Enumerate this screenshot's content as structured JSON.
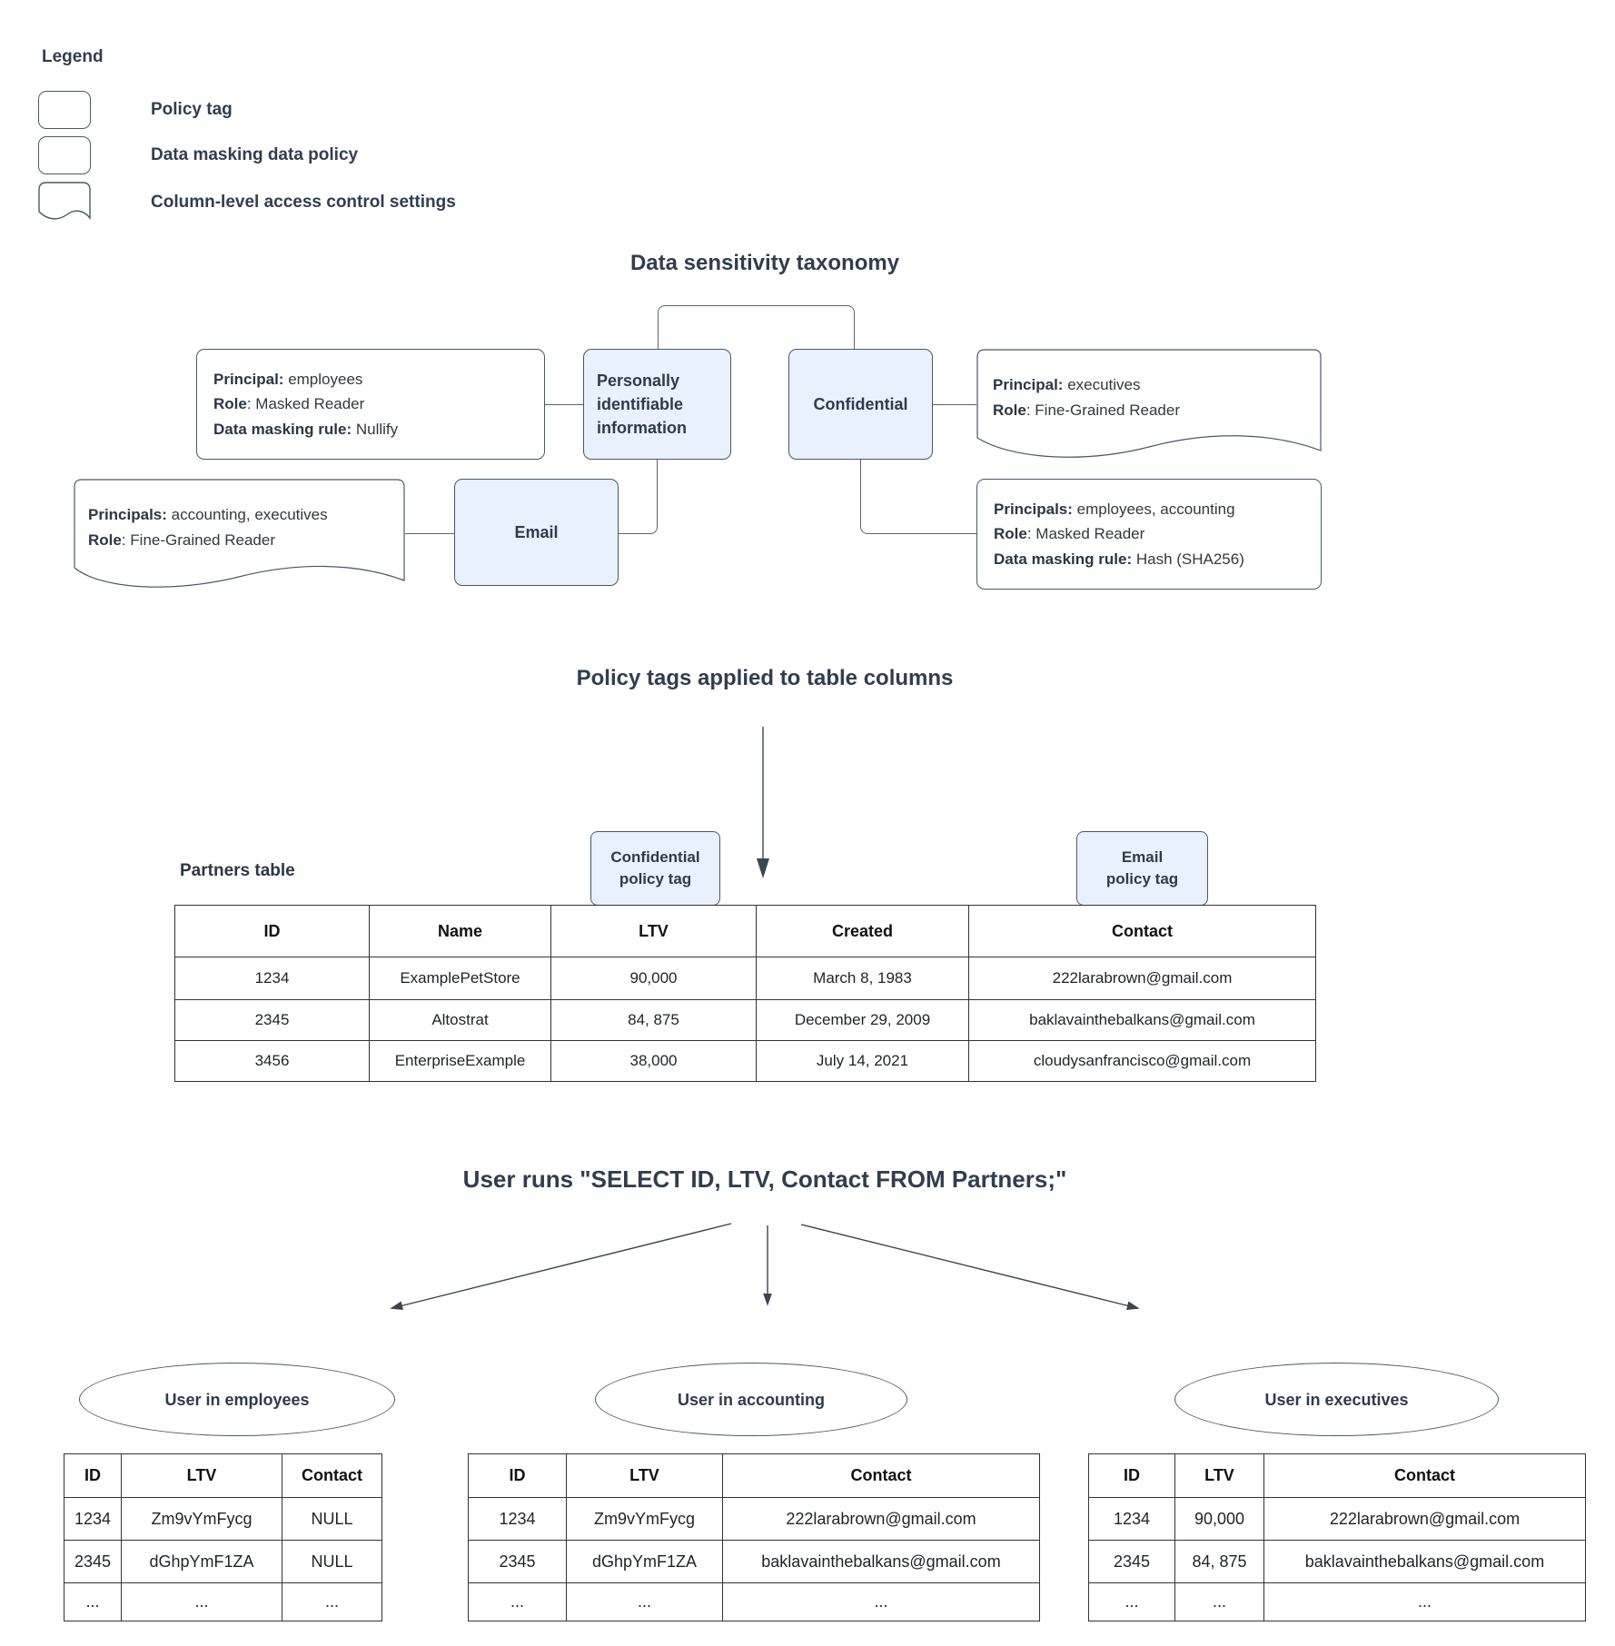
{
  "legend": {
    "title": "Legend",
    "items": [
      {
        "label": "Policy tag"
      },
      {
        "label": "Data masking data policy"
      },
      {
        "label": "Column-level access control settings"
      }
    ]
  },
  "taxonomy": {
    "title": "Data sensitivity taxonomy",
    "pii_label": "Personally identifiable information",
    "pii_lines": [
      "Personally",
      "identifiable",
      "information"
    ],
    "confidential_label": "Confidential",
    "email_label": "Email",
    "employees_policy": {
      "lines": [
        {
          "b": "Principal:",
          "t": " employees"
        },
        {
          "b": "Role",
          "t": ": Masked Reader"
        },
        {
          "b": "Data masking rule:",
          "t": " Nullify"
        }
      ]
    },
    "executives_acl": {
      "lines": [
        {
          "b": "Principal:",
          "t": " executives"
        },
        {
          "b": "Role",
          "t": ": Fine-Grained Reader"
        }
      ]
    },
    "accounting_acl": {
      "lines": [
        {
          "b": "Principals:",
          "t": " accounting, executives"
        },
        {
          "b": "Role",
          "t": ": Fine-Grained Reader"
        }
      ]
    },
    "hash_policy": {
      "lines": [
        {
          "b": "Principals:",
          "t": " employees, accounting"
        },
        {
          "b": "Role",
          "t": ": Masked Reader"
        },
        {
          "b": "Data masking rule:",
          "t": " Hash (SHA256)"
        }
      ]
    }
  },
  "policy_section": {
    "title": "Policy tags applied to table columns",
    "partners_label": "Partners table",
    "confidential_tag": {
      "line1": "Confidential",
      "line2": "policy tag"
    },
    "email_tag": {
      "line1": "Email",
      "line2": "policy tag"
    },
    "table": {
      "headers": [
        "ID",
        "Name",
        "LTV",
        "Created",
        "Contact"
      ],
      "rows": [
        [
          "1234",
          "ExamplePetStore",
          "90,000",
          "March 8, 1983",
          "222larabrown@gmail.com"
        ],
        [
          "2345",
          "Altostrat",
          "84, 875",
          "December 29, 2009",
          "baklavainthebalkans@gmail.com"
        ],
        [
          "3456",
          "EnterpriseExample",
          "38,000",
          "July 14, 2021",
          "cloudysanfrancisco@gmail.com"
        ]
      ]
    }
  },
  "query_section": {
    "title": "User runs \"SELECT ID, LTV, Contact FROM Partners;\"",
    "results": [
      {
        "label": "User in employees",
        "headers": [
          "ID",
          "LTV",
          "Contact"
        ],
        "rows": [
          [
            "1234",
            "Zm9vYmFycg",
            "NULL"
          ],
          [
            "2345",
            "dGhpYmF1ZA",
            "NULL"
          ],
          [
            "...",
            "...",
            "..."
          ]
        ]
      },
      {
        "label": "User in accounting",
        "headers": [
          "ID",
          "LTV",
          "Contact"
        ],
        "rows": [
          [
            "1234",
            "Zm9vYmFycg",
            "222larabrown@gmail.com"
          ],
          [
            "2345",
            "dGhpYmF1ZA",
            "baklavainthebalkans@gmail.com"
          ],
          [
            "...",
            "...",
            "..."
          ]
        ]
      },
      {
        "label": "User in executives",
        "headers": [
          "ID",
          "LTV",
          "Contact"
        ],
        "rows": [
          [
            "1234",
            "90,000",
            "222larabrown@gmail.com"
          ],
          [
            "2345",
            "84, 875",
            "baklavainthebalkans@gmail.com"
          ],
          [
            "...",
            "...",
            "..."
          ]
        ]
      }
    ]
  },
  "colors": {
    "policy_tag_fill": "#e8f1fd",
    "shape_border": "#4c5866",
    "connector": "#5a6472",
    "heading_text": "#323d4f"
  }
}
